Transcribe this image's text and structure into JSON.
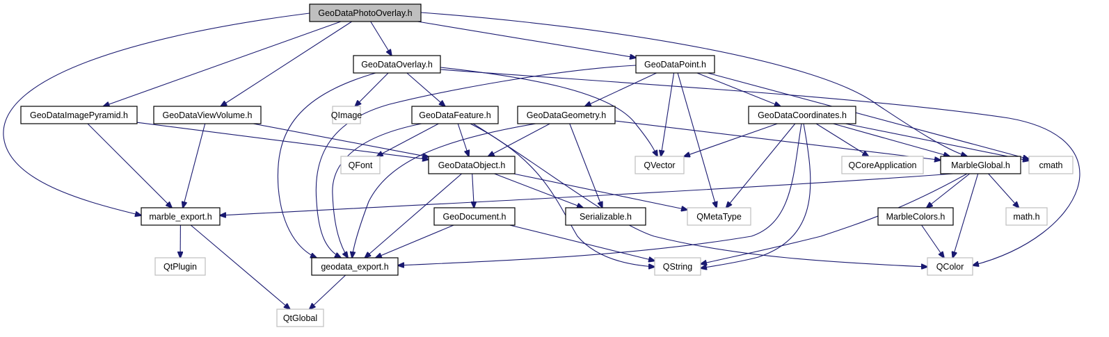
{
  "diagram": {
    "type": "include-dependency-graph",
    "root": "GeoDataPhotoOverlay.h",
    "colors": {
      "edge": "#191970",
      "root_fill": "#bfbfbf",
      "documented_border": "#000000",
      "external_border": "#bfbfbf"
    },
    "nodes": [
      {
        "id": "photooverlay",
        "label": "GeoDataPhotoOverlay.h",
        "kind": "root"
      },
      {
        "id": "overlay",
        "label": "GeoDataOverlay.h",
        "kind": "documented"
      },
      {
        "id": "point",
        "label": "GeoDataPoint.h",
        "kind": "documented"
      },
      {
        "id": "imagepyramid",
        "label": "GeoDataImagePyramid.h",
        "kind": "documented"
      },
      {
        "id": "viewvolume",
        "label": "GeoDataViewVolume.h",
        "kind": "documented"
      },
      {
        "id": "qimage",
        "label": "QImage",
        "kind": "external"
      },
      {
        "id": "feature",
        "label": "GeoDataFeature.h",
        "kind": "documented"
      },
      {
        "id": "geometry",
        "label": "GeoDataGeometry.h",
        "kind": "documented"
      },
      {
        "id": "coordinates",
        "label": "GeoDataCoordinates.h",
        "kind": "documented"
      },
      {
        "id": "qfont",
        "label": "QFont",
        "kind": "external"
      },
      {
        "id": "object",
        "label": "GeoDataObject.h",
        "kind": "documented"
      },
      {
        "id": "qvector",
        "label": "QVector",
        "kind": "external"
      },
      {
        "id": "qcoreapp",
        "label": "QCoreApplication",
        "kind": "external"
      },
      {
        "id": "marbleglobal",
        "label": "MarbleGlobal.h",
        "kind": "documented"
      },
      {
        "id": "cmath",
        "label": "cmath",
        "kind": "external"
      },
      {
        "id": "marbleexport",
        "label": "marble_export.h",
        "kind": "documented"
      },
      {
        "id": "document",
        "label": "GeoDocument.h",
        "kind": "documented"
      },
      {
        "id": "serializable",
        "label": "Serializable.h",
        "kind": "documented"
      },
      {
        "id": "qmetatype",
        "label": "QMetaType",
        "kind": "external"
      },
      {
        "id": "marblecolors",
        "label": "MarbleColors.h",
        "kind": "documented"
      },
      {
        "id": "mathh",
        "label": "math.h",
        "kind": "external"
      },
      {
        "id": "qtplugin",
        "label": "QtPlugin",
        "kind": "external"
      },
      {
        "id": "geodataexport",
        "label": "geodata_export.h",
        "kind": "documented"
      },
      {
        "id": "qstring",
        "label": "QString",
        "kind": "external"
      },
      {
        "id": "qcolor",
        "label": "QColor",
        "kind": "external"
      },
      {
        "id": "qtglobal",
        "label": "QtGlobal",
        "kind": "external"
      }
    ],
    "edges": [
      {
        "from": "photooverlay",
        "to": "overlay"
      },
      {
        "from": "photooverlay",
        "to": "point"
      },
      {
        "from": "photooverlay",
        "to": "imagepyramid"
      },
      {
        "from": "photooverlay",
        "to": "viewvolume"
      },
      {
        "from": "photooverlay",
        "to": "marbleexport"
      },
      {
        "from": "photooverlay",
        "to": "marbleglobal"
      },
      {
        "from": "overlay",
        "to": "qimage"
      },
      {
        "from": "overlay",
        "to": "feature"
      },
      {
        "from": "overlay",
        "to": "geodataexport"
      },
      {
        "from": "overlay",
        "to": "qvector"
      },
      {
        "from": "overlay",
        "to": "qcolor"
      },
      {
        "from": "point",
        "to": "geometry"
      },
      {
        "from": "point",
        "to": "coordinates"
      },
      {
        "from": "point",
        "to": "qvector"
      },
      {
        "from": "point",
        "to": "qmetatype"
      },
      {
        "from": "point",
        "to": "cmath"
      },
      {
        "from": "point",
        "to": "geodataexport"
      },
      {
        "from": "imagepyramid",
        "to": "marbleexport"
      },
      {
        "from": "imagepyramid",
        "to": "object"
      },
      {
        "from": "viewvolume",
        "to": "marbleexport"
      },
      {
        "from": "viewvolume",
        "to": "object"
      },
      {
        "from": "feature",
        "to": "qfont"
      },
      {
        "from": "feature",
        "to": "object"
      },
      {
        "from": "feature",
        "to": "geodataexport"
      },
      {
        "from": "feature",
        "to": "qstring"
      },
      {
        "from": "feature",
        "to": "qcolor"
      },
      {
        "from": "geometry",
        "to": "object"
      },
      {
        "from": "geometry",
        "to": "serializable"
      },
      {
        "from": "geometry",
        "to": "geodataexport"
      },
      {
        "from": "geometry",
        "to": "marbleglobal"
      },
      {
        "from": "coordinates",
        "to": "qvector"
      },
      {
        "from": "coordinates",
        "to": "qcoreapp"
      },
      {
        "from": "coordinates",
        "to": "marbleglobal"
      },
      {
        "from": "coordinates",
        "to": "cmath"
      },
      {
        "from": "coordinates",
        "to": "qmetatype"
      },
      {
        "from": "coordinates",
        "to": "qstring"
      },
      {
        "from": "coordinates",
        "to": "geodataexport"
      },
      {
        "from": "object",
        "to": "document"
      },
      {
        "from": "object",
        "to": "serializable"
      },
      {
        "from": "object",
        "to": "qmetatype"
      },
      {
        "from": "object",
        "to": "geodataexport"
      },
      {
        "from": "marbleglobal",
        "to": "marbleexport"
      },
      {
        "from": "marbleglobal",
        "to": "marblecolors"
      },
      {
        "from": "marbleglobal",
        "to": "mathh"
      },
      {
        "from": "marbleglobal",
        "to": "qcolor"
      },
      {
        "from": "marbleglobal",
        "to": "qstring"
      },
      {
        "from": "marbleexport",
        "to": "qtplugin"
      },
      {
        "from": "marbleexport",
        "to": "qtglobal"
      },
      {
        "from": "document",
        "to": "geodataexport"
      },
      {
        "from": "document",
        "to": "qstring"
      },
      {
        "from": "marblecolors",
        "to": "qcolor"
      },
      {
        "from": "geodataexport",
        "to": "qtglobal"
      }
    ]
  }
}
